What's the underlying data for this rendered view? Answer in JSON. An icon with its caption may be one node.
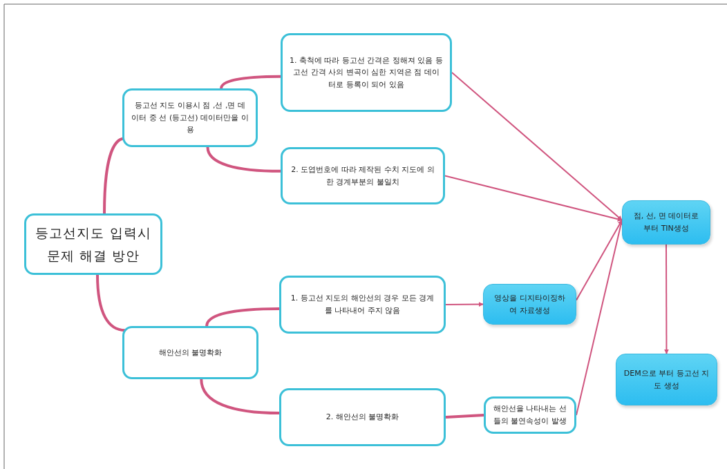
{
  "diagram": {
    "nodes": [
      {
        "text": [
          "등고선지도 입력시 문제 해결 방안"
        ]
      },
      {
        "text": [
          "등고선 지도 이용시 점 ,선 ,면 데이터 중 선 (등고선) 데이터만을 이용"
        ]
      },
      {
        "text": [
          "1. 축척에 따라 등고선 간격은 정해져 있음 등고선 간격 사의 변곡이 심한 지역은 점 데이터로 등록이 되어 있음"
        ]
      },
      {
        "text": [
          "2. 도엽번호에 따라 제작된 수치 지도에 의한 경계부분의 불일치"
        ]
      },
      {
        "text": [
          "해안선의 불명확화"
        ]
      },
      {
        "text": [
          "1. 등고선 지도의 해안선의 경우 모든 경계를 나타내어 주지 않음"
        ]
      },
      {
        "text": [
          "2. 해안선의 불명확화"
        ]
      },
      {
        "text": [
          "영상을 디지타이징하여 자료생성"
        ]
      },
      {
        "text": [
          "해안선을 나타내는 선들의 불연속성이 발생"
        ]
      },
      {
        "text": [
          "점, 선, 면 데이터로 부터 TIN생성"
        ]
      },
      {
        "text": [
          "DEM으로 부터 등고선 지도 생성"
        ]
      }
    ],
    "edges": [
      {
        "from": 0,
        "to": 1,
        "arrow": "none"
      },
      {
        "from": 0,
        "to": 4,
        "arrow": "none"
      },
      {
        "from": 1,
        "to": 2,
        "arrow": "none"
      },
      {
        "from": 1,
        "to": 3,
        "arrow": "none"
      },
      {
        "from": 4,
        "to": 5,
        "arrow": "none"
      },
      {
        "from": 4,
        "to": 6,
        "arrow": "none"
      },
      {
        "from": 5,
        "to": 7,
        "arrow": "to"
      },
      {
        "from": 6,
        "to": 8,
        "arrow": "none"
      },
      {
        "from": 2,
        "to": 9,
        "arrow": "to"
      },
      {
        "from": 3,
        "to": 9,
        "arrow": "to"
      },
      {
        "from": 7,
        "to": 9,
        "arrow": "to"
      },
      {
        "from": 8,
        "to": 9,
        "arrow": "to"
      },
      {
        "from": 9,
        "to": 10,
        "arrow": "to"
      }
    ]
  }
}
